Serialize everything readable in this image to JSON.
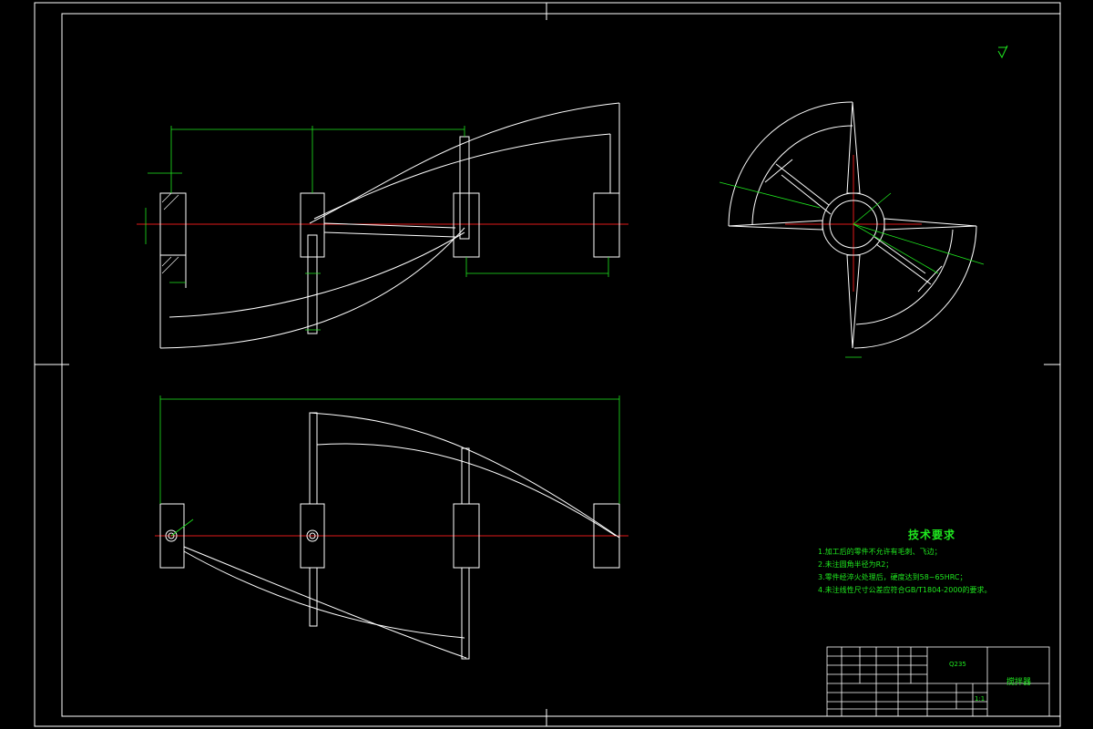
{
  "colors": {
    "background": "#000000",
    "outline": "#ffffff",
    "dimension": "#1fe81f",
    "centerline": "#e01a1a",
    "text": "#1fe81f"
  },
  "technical_requirements": {
    "title": "技术要求",
    "items": [
      "1.加工后的零件不允许有毛刺、飞边；",
      "2.未注圆角半径为R2；",
      "3.零件经淬火处理后，硬度达到58~65HRC；",
      "4.未注线性尺寸公差应符合GB/T1804-2000的要求。"
    ]
  },
  "title_block": {
    "material": "Q235",
    "part_name": "搅拌器",
    "scale": "1:1"
  }
}
